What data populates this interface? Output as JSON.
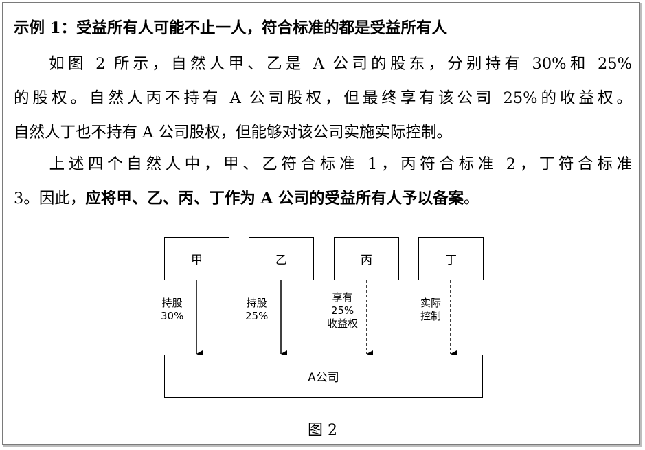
{
  "title": "示例 1：受益所有人可能不止一人，符合标准的都是受益所有人",
  "paragraph1": {
    "line1": "如图 2 所示，自然人甲、乙是 A 公司的股东，分别持有 30%和 25%",
    "line2": "的股权。自然人丙不持有 A 公司股权，但最终享有该公司 25%的收益权。",
    "line3": "自然人丁也不持有 A 公司股权，但能够对该公司实施实际控制。"
  },
  "paragraph2": {
    "line1": "上述四个自然人中，甲、乙符合标准 1，丙符合标准 2，丁符合标准",
    "line2_normal": "3。因此，",
    "line2_bold": "应将甲、乙、丙、丁作为 A 公司的受益所有人予以备案",
    "line2_end": "。"
  },
  "figure": {
    "persons": [
      "甲",
      "乙",
      "丙",
      "丁"
    ],
    "relations": [
      {
        "line1": "持股",
        "line2": "30%",
        "line3": "",
        "style": "solid"
      },
      {
        "line1": "持股",
        "line2": "25%",
        "line3": "",
        "style": "solid"
      },
      {
        "line1": "享有",
        "line2": "25%",
        "line3": "收益权",
        "style": "dashed"
      },
      {
        "line1": "实际",
        "line2": "控制",
        "line3": "",
        "style": "dashed"
      }
    ],
    "company": "A公司"
  },
  "caption": "图 2"
}
